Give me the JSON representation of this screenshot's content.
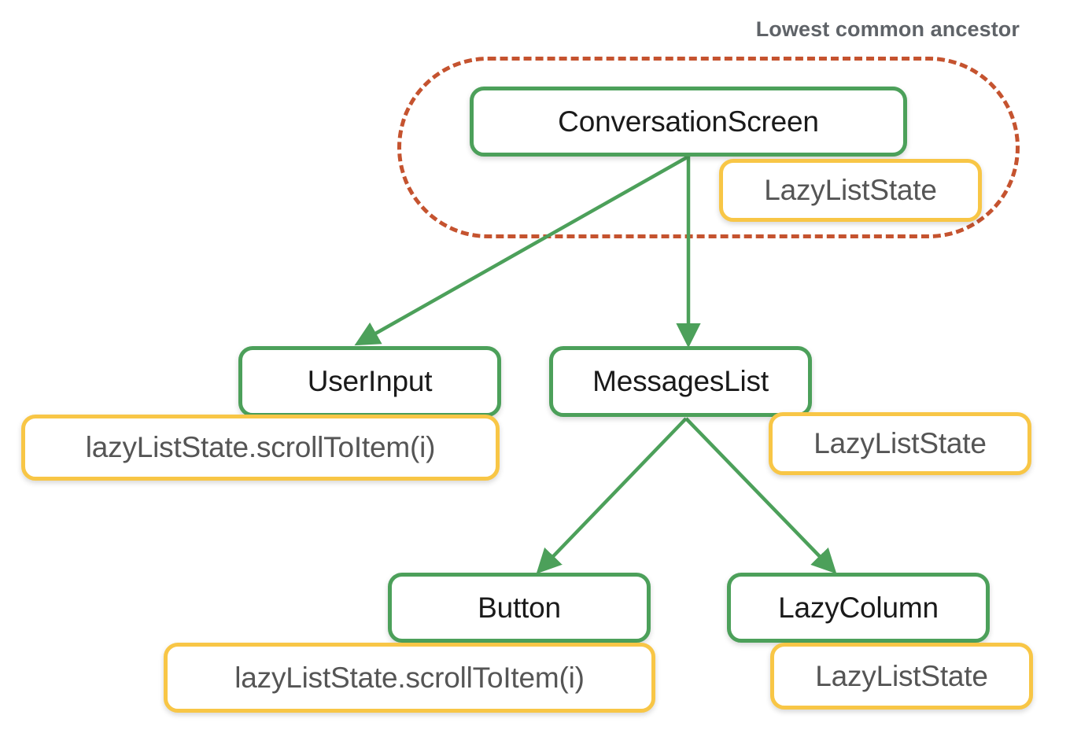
{
  "diagram": {
    "title": "Lowest common ancestor",
    "colors": {
      "node_border": "#4CA05A",
      "badge_border": "#F8C646",
      "group_border": "#C5532F",
      "edge": "#4CA05A",
      "node_text": "#1A1A1A",
      "badge_text": "#555555",
      "title_text": "#5F6368",
      "background": "#FFFFFF"
    },
    "group": {
      "label": "Lowest common ancestor",
      "style": "dashed",
      "members": [
        "ConversationScreen",
        "LazyListState"
      ]
    },
    "nodes": [
      {
        "id": "conversationscreen",
        "label": "ConversationScreen"
      },
      {
        "id": "userinput",
        "label": "UserInput"
      },
      {
        "id": "messageslist",
        "label": "MessagesList"
      },
      {
        "id": "button",
        "label": "Button"
      },
      {
        "id": "lazycolumn",
        "label": "LazyColumn"
      }
    ],
    "badges": [
      {
        "id": "conversationscreen-state",
        "label": "LazyListState",
        "attached_to": "conversationscreen"
      },
      {
        "id": "userinput-call",
        "label": "lazyListState.scrollToItem(i)",
        "attached_to": "userinput"
      },
      {
        "id": "messageslist-state",
        "label": "LazyListState",
        "attached_to": "messageslist"
      },
      {
        "id": "button-call",
        "label": "lazyListState.scrollToItem(i)",
        "attached_to": "button"
      },
      {
        "id": "lazycolumn-state",
        "label": "LazyListState",
        "attached_to": "lazycolumn"
      }
    ],
    "edges": [
      {
        "from": "conversationscreen",
        "to": "userinput"
      },
      {
        "from": "conversationscreen",
        "to": "messageslist"
      },
      {
        "from": "messageslist",
        "to": "button"
      },
      {
        "from": "messageslist",
        "to": "lazycolumn"
      }
    ]
  }
}
